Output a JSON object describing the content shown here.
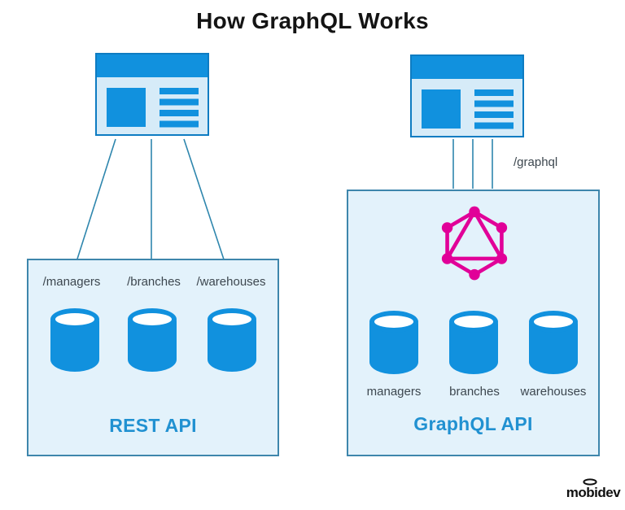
{
  "title": "How GraphQL Works",
  "rest": {
    "label": "REST API",
    "endpoints": [
      "/managers",
      "/branches",
      "/warehouses"
    ]
  },
  "graphql": {
    "label": "GraphQL API",
    "endpoint": "/graphql",
    "databases": [
      "managers",
      "branches",
      "warehouses"
    ]
  },
  "branding": {
    "logo": "mobidev"
  },
  "icons": {
    "client": "browser-window-icon",
    "storage": "database-cylinder-icon",
    "gateway": "graphql-hexagon-logo-icon",
    "brand_mark": "disc-ellipse-icon"
  },
  "colors": {
    "primary_blue": "#1191DE",
    "box_fill": "#E3F2FB",
    "box_border": "#3E86AC",
    "browser_fill": "#D6EBF8",
    "browser_border": "#0E7CC2",
    "connector": "#2E86AD",
    "logo_connector": "#79A6B5",
    "graphql_pink": "#E10098",
    "api_label_blue": "#2191D1",
    "text_dark": "#3D474F",
    "title_color": "#141414",
    "brand_black": "#101010"
  }
}
